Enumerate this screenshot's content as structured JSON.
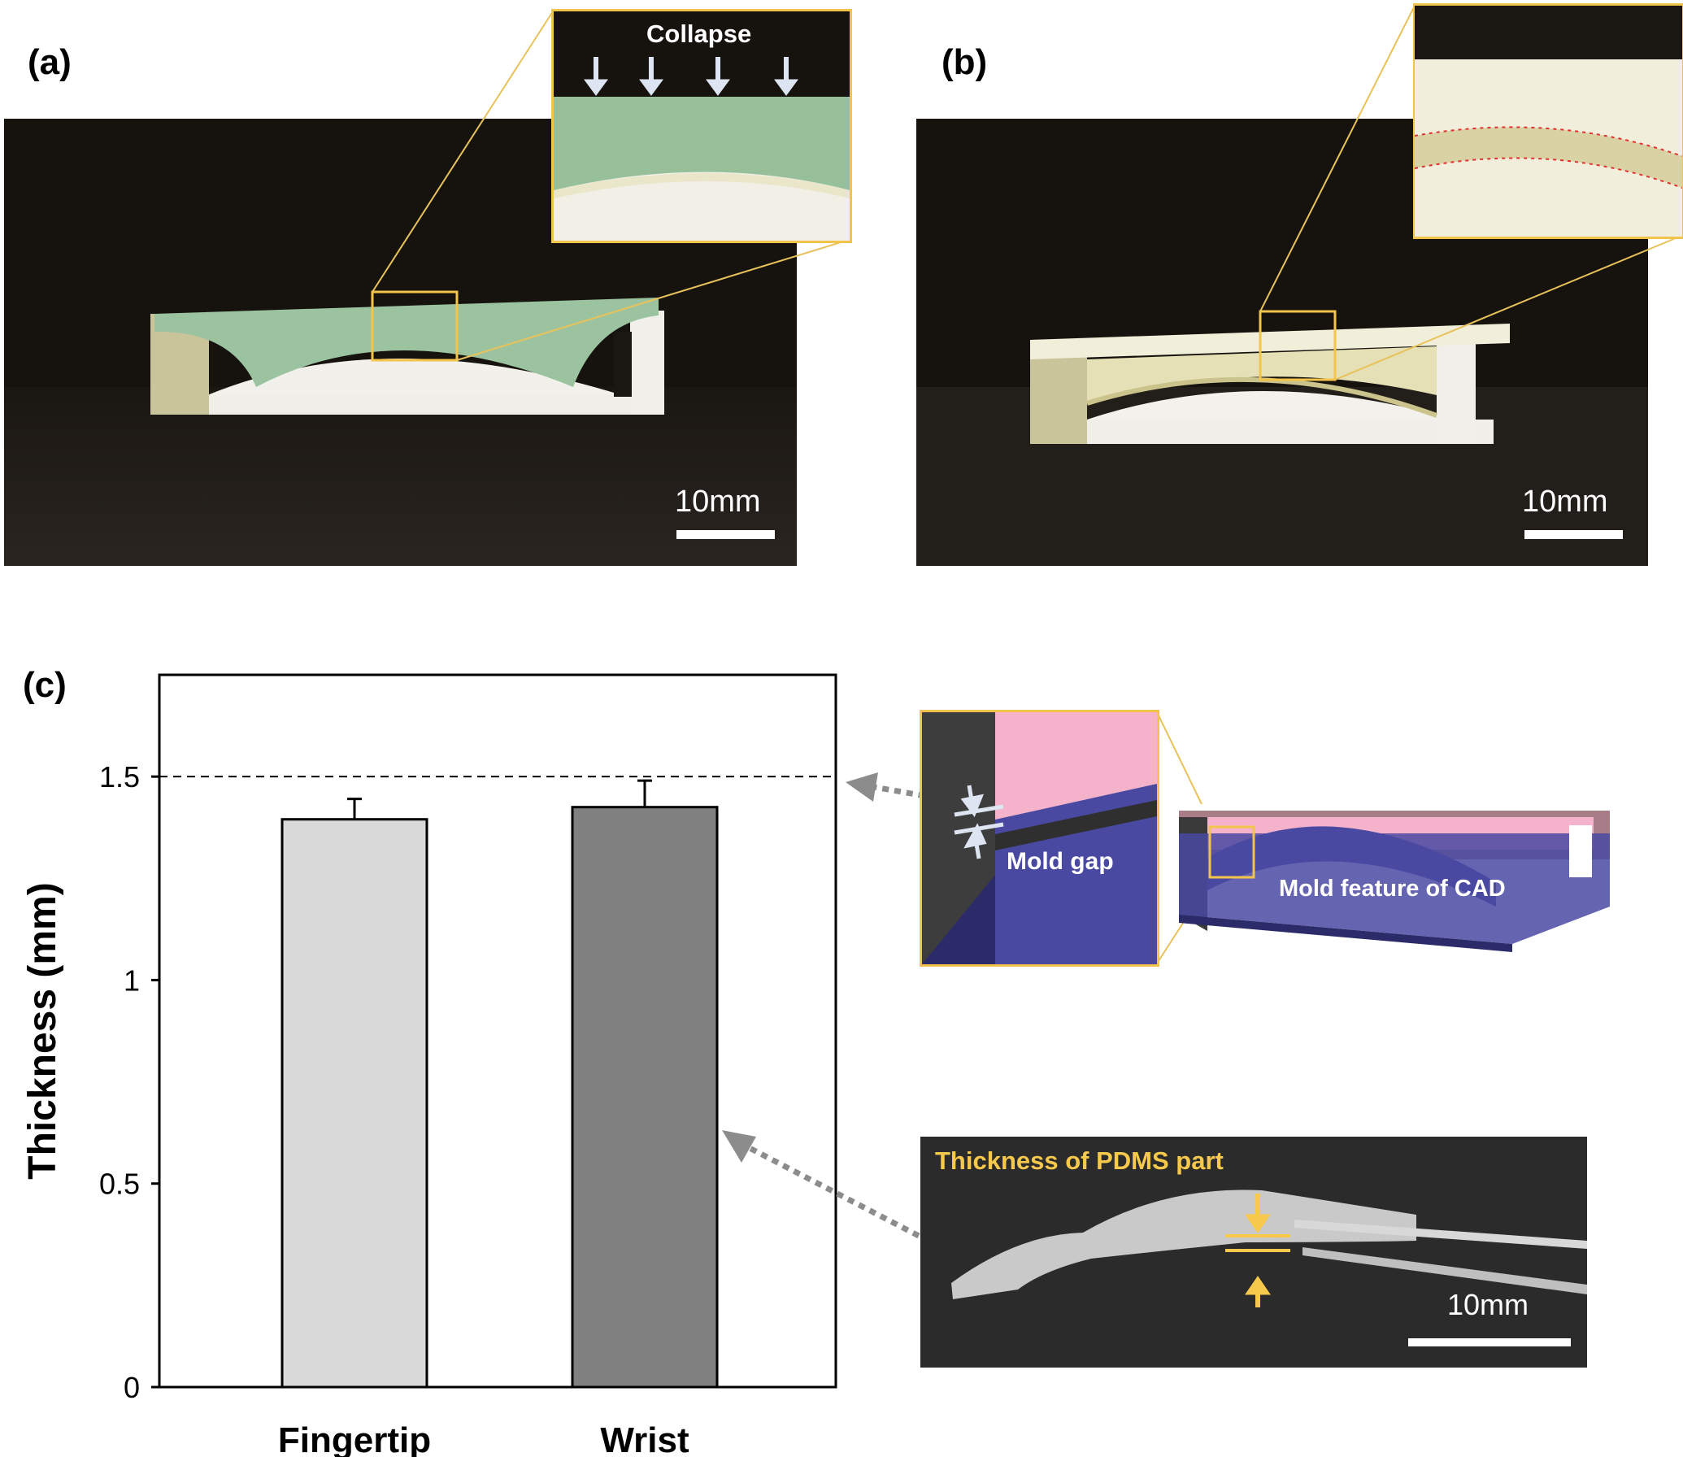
{
  "panels": {
    "a": {
      "label": "(a)",
      "inset_caption": "Collapse",
      "scale_label": "10mm"
    },
    "b": {
      "label": "(b)",
      "scale_label": "10mm"
    },
    "c": {
      "label": "(c)"
    }
  },
  "cad": {
    "mold_gap_label": "Mold gap",
    "mold_feature_label": "Mold feature of CAD"
  },
  "pdms_photo": {
    "caption": "Thickness of PDMS part",
    "scale_label": "10mm"
  },
  "colors": {
    "fingertip_bar": "#d9d9d9",
    "wrist_bar": "#808080",
    "highlight": "#f3c44b",
    "mold_pink": "#f5b3cb",
    "mold_blue": "#4b4aa3"
  },
  "chart_data": {
    "type": "bar",
    "categories": [
      "Fingertip",
      "Wrist"
    ],
    "values": [
      1.395,
      1.425
    ],
    "error": [
      0.05,
      0.065
    ],
    "ylabel": "Thickness (mm)",
    "ylim": [
      0,
      1.75
    ],
    "yticks": [
      0,
      0.5,
      1,
      1.5
    ],
    "ytick_labels": [
      "0",
      "0.5",
      "1",
      "1.5"
    ],
    "reference_line": 1.5,
    "grid": false
  }
}
